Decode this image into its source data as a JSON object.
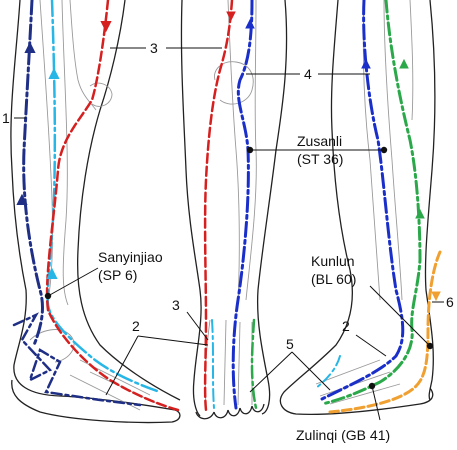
{
  "points": {
    "sanyinjiao": {
      "name": "Sanyinjiao",
      "code": "(SP 6)"
    },
    "zusanli": {
      "name": "Zusanli",
      "code": "(ST 36)"
    },
    "kunlun": {
      "name": "Kunlun",
      "code": "(BL 60)"
    },
    "zulinqi": {
      "name": "Zulinqi (GB 41)"
    }
  },
  "channel_numbers": {
    "n1": "1",
    "n2_left": "2",
    "n2_right": "2",
    "n3_top": "3",
    "n3_mid": "3",
    "n4": "4",
    "n5": "5",
    "n6": "6"
  },
  "colors": {
    "spleen_dark_blue": "#1f2f86",
    "liver_light_blue": "#27b6e6",
    "stomach_red": "#d62020",
    "bladder_blue": "#1a2fc9",
    "gallbladder_green": "#2aa84a",
    "kidney_orange": "#f0a030",
    "outline": "#222222",
    "bone": "#9a9a9a"
  }
}
